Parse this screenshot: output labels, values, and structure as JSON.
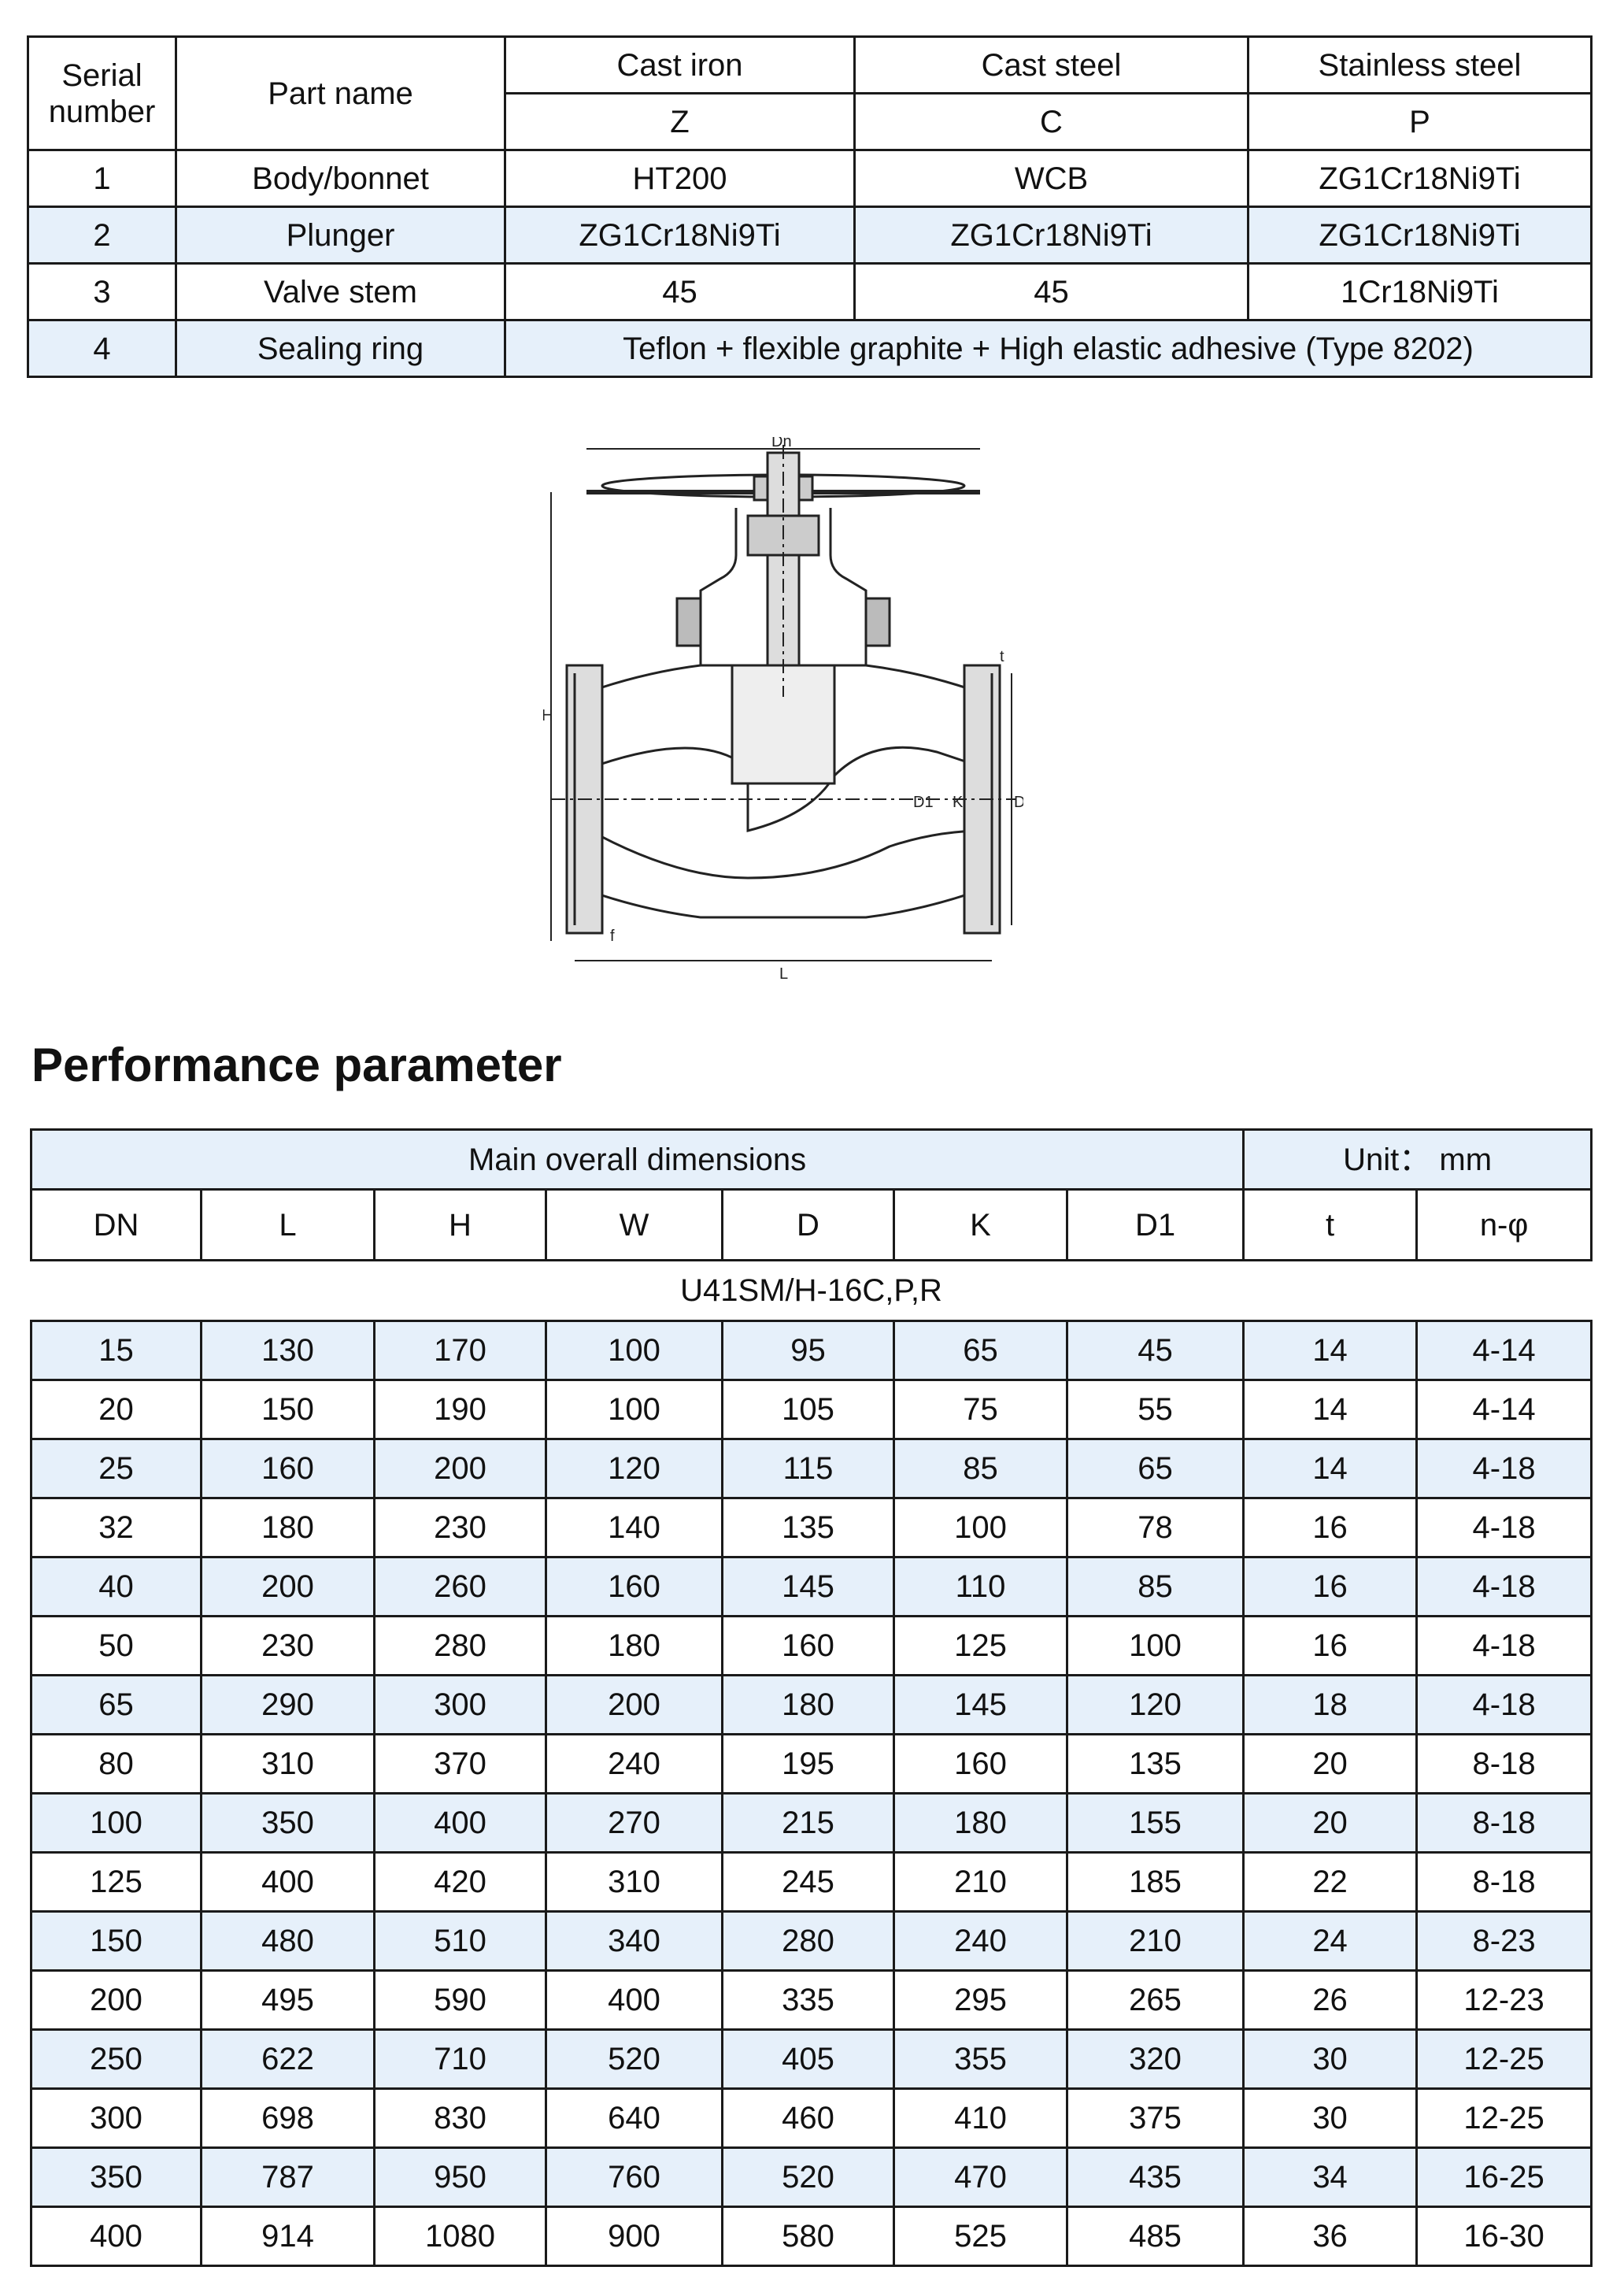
{
  "materials": {
    "header": {
      "serial": "Serial\nnumber",
      "part": "Part name",
      "cast_iron": "Cast iron",
      "cast_steel": "Cast steel",
      "stainless": "Stainless steel",
      "code_z": "Z",
      "code_c": "C",
      "code_p": "P"
    },
    "rows": [
      {
        "no": "1",
        "part": "Body/bonnet",
        "z": "HT200",
        "c": "WCB",
        "p": "ZG1Cr18Ni9Ti"
      },
      {
        "no": "2",
        "part": "Plunger",
        "z": "ZG1Cr18Ni9Ti",
        "c": "ZG1Cr18Ni9Ti",
        "p": "ZG1Cr18Ni9Ti"
      },
      {
        "no": "3",
        "part": "Valve stem",
        "z": "45",
        "c": "45",
        "p": "1Cr18Ni9Ti"
      },
      {
        "no": "4",
        "part": "Sealing ring",
        "merged": "Teflon + flexible graphite + High elastic adhesive (Type 8202)"
      }
    ]
  },
  "drawing_labels": {
    "dn": "Dn",
    "h": "H",
    "l": "L",
    "d": "D",
    "k": "K",
    "d1": "D1",
    "t": "t",
    "f": "f"
  },
  "performance": {
    "title": "Performance parameter",
    "main_dims": "Main overall dimensions",
    "unit": "Unit： mm",
    "columns": [
      "DN",
      "L",
      "H",
      "W",
      "D",
      "K",
      "D1",
      "t",
      "n-φ"
    ],
    "model": "U41SM/H-16C,P,R",
    "rows": [
      [
        "15",
        "130",
        "170",
        "100",
        "95",
        "65",
        "45",
        "14",
        "4-14"
      ],
      [
        "20",
        "150",
        "190",
        "100",
        "105",
        "75",
        "55",
        "14",
        "4-14"
      ],
      [
        "25",
        "160",
        "200",
        "120",
        "115",
        "85",
        "65",
        "14",
        "4-18"
      ],
      [
        "32",
        "180",
        "230",
        "140",
        "135",
        "100",
        "78",
        "16",
        "4-18"
      ],
      [
        "40",
        "200",
        "260",
        "160",
        "145",
        "110",
        "85",
        "16",
        "4-18"
      ],
      [
        "50",
        "230",
        "280",
        "180",
        "160",
        "125",
        "100",
        "16",
        "4-18"
      ],
      [
        "65",
        "290",
        "300",
        "200",
        "180",
        "145",
        "120",
        "18",
        "4-18"
      ],
      [
        "80",
        "310",
        "370",
        "240",
        "195",
        "160",
        "135",
        "20",
        "8-18"
      ],
      [
        "100",
        "350",
        "400",
        "270",
        "215",
        "180",
        "155",
        "20",
        "8-18"
      ],
      [
        "125",
        "400",
        "420",
        "310",
        "245",
        "210",
        "185",
        "22",
        "8-18"
      ],
      [
        "150",
        "480",
        "510",
        "340",
        "280",
        "240",
        "210",
        "24",
        "8-23"
      ],
      [
        "200",
        "495",
        "590",
        "400",
        "335",
        "295",
        "265",
        "26",
        "12-23"
      ],
      [
        "250",
        "622",
        "710",
        "520",
        "405",
        "355",
        "320",
        "30",
        "12-25"
      ],
      [
        "300",
        "698",
        "830",
        "640",
        "460",
        "410",
        "375",
        "30",
        "12-25"
      ],
      [
        "350",
        "787",
        "950",
        "760",
        "520",
        "470",
        "435",
        "34",
        "16-25"
      ],
      [
        "400",
        "914",
        "1080",
        "900",
        "580",
        "525",
        "485",
        "36",
        "16-30"
      ]
    ]
  }
}
